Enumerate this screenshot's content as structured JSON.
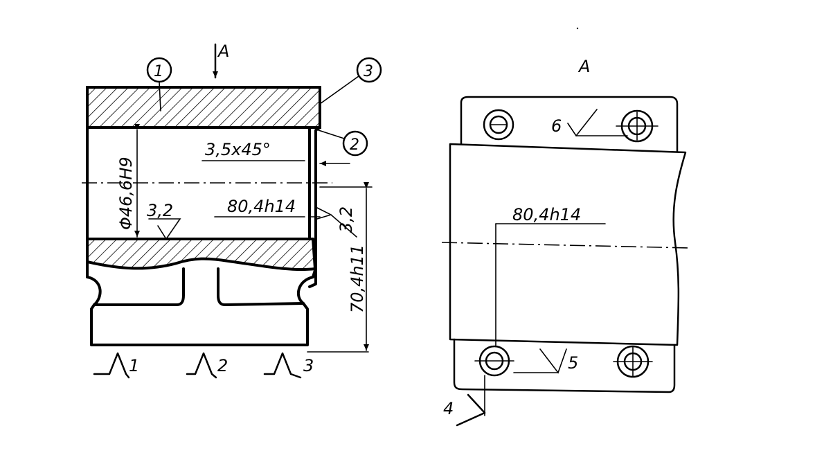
{
  "left_view": {
    "section_arrow_label": "A",
    "callouts": [
      "1",
      "2",
      "3"
    ],
    "bore_diameter": "Φ46,6H9",
    "chamfer": "3,5x45°",
    "width_dim": "80,4h14",
    "height_dim": "70,4h11",
    "roughness_bore": "3,2",
    "roughness_face": "3,2",
    "datum_marks": [
      "1",
      "2",
      "3"
    ]
  },
  "right_view": {
    "title": "A",
    "width_dim": "80,4h14",
    "roughness_top": "6",
    "roughness_bottom": "5",
    "datum_mark": "4"
  }
}
